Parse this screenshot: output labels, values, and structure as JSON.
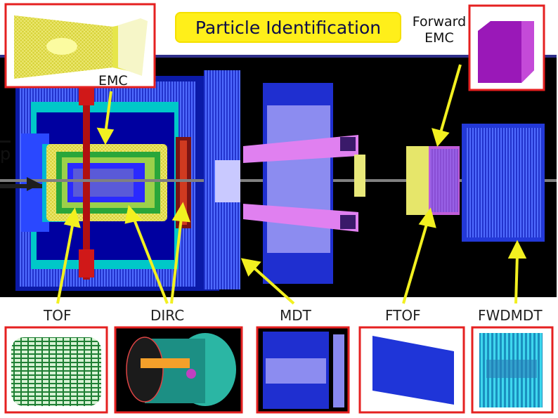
{
  "title": "Particle Identification",
  "labels": {
    "forward_emc_line1": "Forward",
    "forward_emc_line2": "EMC",
    "emc": "EMC",
    "pbar": "p",
    "tof": "TOF",
    "dirc": "DIRC",
    "mdt": "MDT",
    "ftof": "FTOF",
    "fwdmdt": "FWDMDT"
  },
  "colors": {
    "title_bg": "#ffef1a",
    "inset_frame": "#e52020",
    "arrow": "#f2f020",
    "detector_bg": "#000000",
    "mdt_blue": "#1f2fd0",
    "emc_yellow": "#e7e34a",
    "forward_emc_magenta": "#a020c0",
    "tof_green": "#2aa63a",
    "fwdmdt_cyan": "#2ccde0"
  }
}
